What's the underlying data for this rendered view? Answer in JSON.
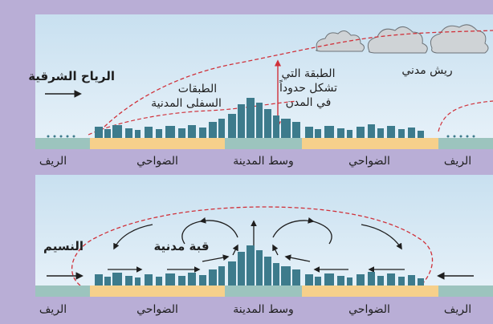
{
  "colors": {
    "frame": "#b9aed6",
    "sky_top": "#cfe4f2",
    "sky_bottom": "#e6f1f8",
    "city": "#3d7b8c",
    "suburb_strip": "#f6d08b",
    "rural_strip": "#9cc4be",
    "boundary": "#d0313a",
    "arrow": "#1e1e1e"
  },
  "top_panel": {
    "wind_label": "الرياح الشرقية",
    "lower_layers_line1": "الطبقات",
    "lower_layers_line2": "السفلى المدنية",
    "boundary_layer_line1": "الطبقة التي",
    "boundary_layer_line2": "تشكل حدوداً",
    "boundary_layer_line3": "في المدن",
    "urban_plume": "ريش مدني",
    "zones": {
      "rural_left": "الريف",
      "suburbs_left": "الضواحي",
      "downtown": "وسط المدينة",
      "suburbs_right": "الضواحي",
      "rural_right": "الريف"
    }
  },
  "bottom_panel": {
    "breeze_label": "النسيم",
    "dome_label": "قبة مدنية",
    "zones": {
      "rural_left": "الريف",
      "suburbs_left": "الضواحي",
      "downtown": "وسط المدينة",
      "suburbs_right": "الضواحي",
      "rural_right": "الريف"
    }
  }
}
